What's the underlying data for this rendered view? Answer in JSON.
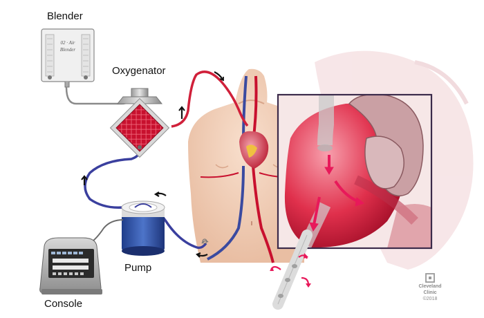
{
  "labels": {
    "blender": "Blender",
    "oxygenator": "Oxygenator",
    "pump": "Pump",
    "console": "Console"
  },
  "blender_face": {
    "line1": "02 · Air",
    "line2": "Blender"
  },
  "credit": {
    "line1": "Cleveland",
    "line2": "Clinic",
    "line3": "©2018"
  },
  "colors": {
    "blood_red": "#c8102e",
    "oxygenated_tube": "#d0203a",
    "deoxygenated_tube": "#3a3f9e",
    "inset_frame": "#3b2a4a",
    "skin": "#f3d2bd",
    "heart": "#e0435a"
  },
  "icons": [
    "grid-icon",
    "circular-arrow-icon",
    "logo-icon"
  ]
}
